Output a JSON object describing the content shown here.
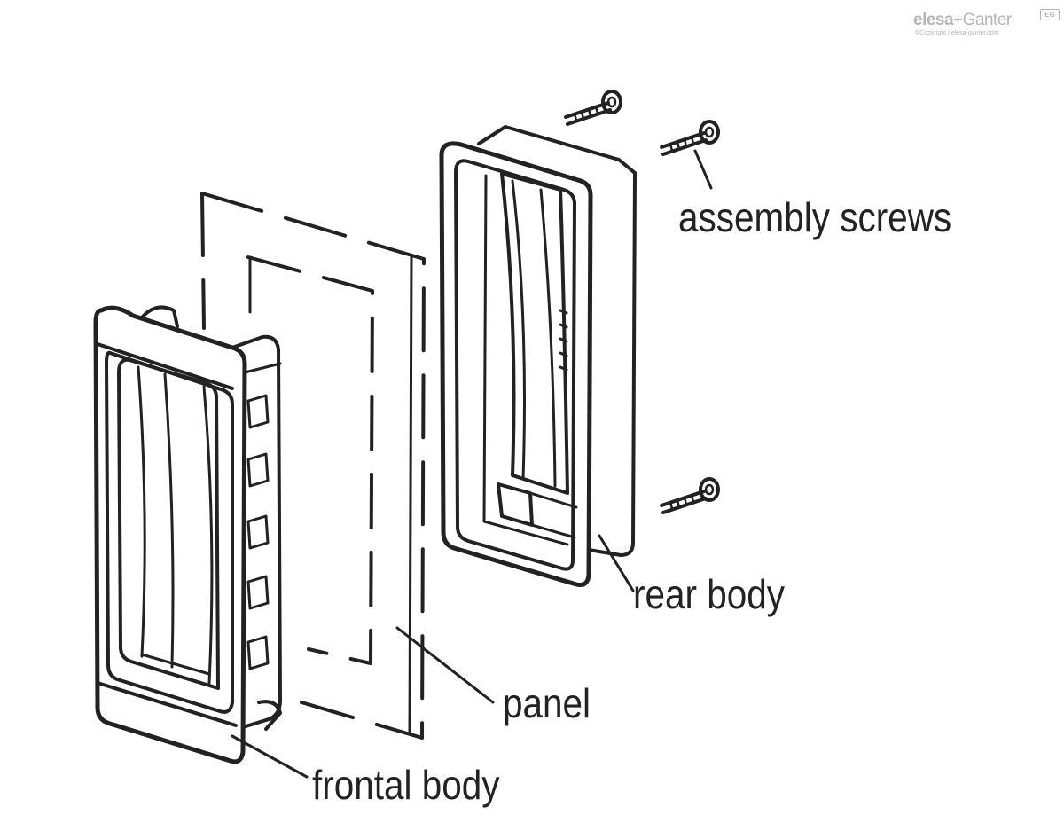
{
  "logo": {
    "brand_a": "elesa",
    "brand_b": "+Ganter",
    "badge": "EG",
    "copyright": "©Copyright | elesa-ganter.com"
  },
  "labels": {
    "assembly_screws": "assembly screws",
    "rear_body": "rear body",
    "panel": "panel",
    "frontal_body": "frontal body"
  }
}
